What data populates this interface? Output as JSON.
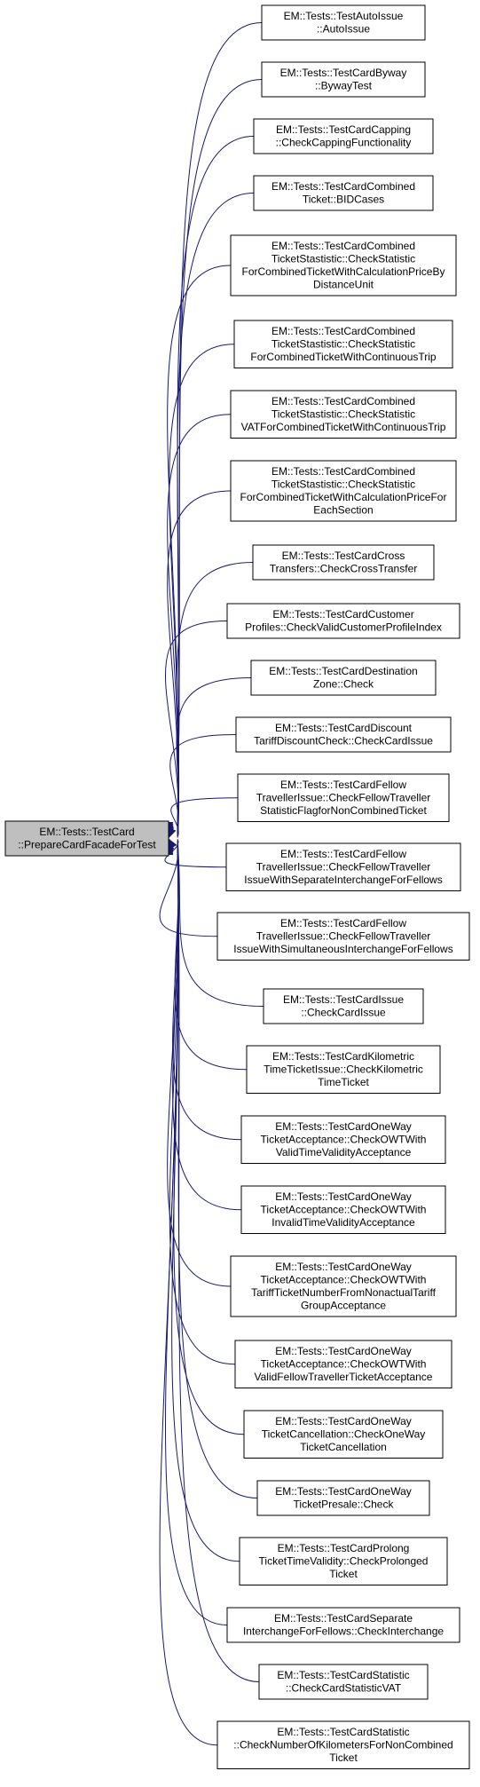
{
  "root": {
    "lines": [
      "EM::Tests::TestCard",
      "::PrepareCardFacadeForTest"
    ]
  },
  "callers": [
    {
      "lines": [
        "EM::Tests::TestAutoIssue",
        "::AutoIssue"
      ]
    },
    {
      "lines": [
        "EM::Tests::TestCardByway",
        "::BywayTest"
      ]
    },
    {
      "lines": [
        "EM::Tests::TestCardCapping",
        "::CheckCappingFunctionality"
      ]
    },
    {
      "lines": [
        "EM::Tests::TestCardCombined",
        "Ticket::BIDCases"
      ]
    },
    {
      "lines": [
        "EM::Tests::TestCardCombined",
        "TicketStastistic::CheckStatistic",
        "ForCombinedTicketWithCalculationPriceBy",
        "DistanceUnit"
      ]
    },
    {
      "lines": [
        "EM::Tests::TestCardCombined",
        "TicketStastistic::CheckStatistic",
        "ForCombinedTicketWithContinuousTrip"
      ]
    },
    {
      "lines": [
        "EM::Tests::TestCardCombined",
        "TicketStastistic::CheckStatistic",
        "VATForCombinedTicketWithContinuousTrip"
      ]
    },
    {
      "lines": [
        "EM::Tests::TestCardCombined",
        "TicketStastistic::CheckStatistic",
        "ForCombinedTicketWithCalculationPriceFor",
        "EachSection"
      ]
    },
    {
      "lines": [
        "EM::Tests::TestCardCross",
        "Transfers::CheckCrossTransfer"
      ]
    },
    {
      "lines": [
        "EM::Tests::TestCardCustomer",
        "Profiles::CheckValidCustomerProfileIndex"
      ]
    },
    {
      "lines": [
        "EM::Tests::TestCardDestination",
        "Zone::Check"
      ]
    },
    {
      "lines": [
        "EM::Tests::TestCardDiscount",
        "TariffDiscountCheck::CheckCardIssue"
      ]
    },
    {
      "lines": [
        "EM::Tests::TestCardFellow",
        "TravellerIssue::CheckFellowTraveller",
        "StatisticFlagforNonCombinedTicket"
      ]
    },
    {
      "lines": [
        "EM::Tests::TestCardFellow",
        "TravellerIssue::CheckFellowTraveller",
        "IssueWithSeparateInterchangeForFellows"
      ]
    },
    {
      "lines": [
        "EM::Tests::TestCardFellow",
        "TravellerIssue::CheckFellowTraveller",
        "IssueWithSimultaneousInterchangeForFellows"
      ]
    },
    {
      "lines": [
        "EM::Tests::TestCardIssue",
        "::CheckCardIssue"
      ]
    },
    {
      "lines": [
        "EM::Tests::TestCardKilometric",
        "TimeTicketIssue::CheckKilometric",
        "TimeTicket"
      ]
    },
    {
      "lines": [
        "EM::Tests::TestCardOneWay",
        "TicketAcceptance::CheckOWTWith",
        "ValidTimeValidityAcceptance"
      ]
    },
    {
      "lines": [
        "EM::Tests::TestCardOneWay",
        "TicketAcceptance::CheckOWTWith",
        "InvalidTimeValidityAcceptance"
      ]
    },
    {
      "lines": [
        "EM::Tests::TestCardOneWay",
        "TicketAcceptance::CheckOWTWith",
        "TariffTicketNumberFromNonactualTariff",
        "GroupAcceptance"
      ]
    },
    {
      "lines": [
        "EM::Tests::TestCardOneWay",
        "TicketAcceptance::CheckOWTWith",
        "ValidFellowTravellerTicketAcceptance"
      ]
    },
    {
      "lines": [
        "EM::Tests::TestCardOneWay",
        "TicketCancellation::CheckOneWay",
        "TicketCancellation"
      ]
    },
    {
      "lines": [
        "EM::Tests::TestCardOneWay",
        "TicketPresale::Check"
      ]
    },
    {
      "lines": [
        "EM::Tests::TestCardProlong",
        "TicketTimeValidity::CheckProlonged",
        "Ticket"
      ]
    },
    {
      "lines": [
        "EM::Tests::TestCardSeparate",
        "InterchangeForFellows::CheckInterchange"
      ]
    },
    {
      "lines": [
        "EM::Tests::TestCardStatistic",
        "::CheckCardStatisticVAT"
      ]
    },
    {
      "lines": [
        "EM::Tests::TestCardStatistic",
        "::CheckNumberOfKilometersForNonCombined",
        "Ticket"
      ]
    }
  ],
  "colors": {
    "edge": "#191970",
    "root_fill": "#bfbfbf",
    "node_fill": "#ffffff",
    "node_border": "#000000"
  }
}
